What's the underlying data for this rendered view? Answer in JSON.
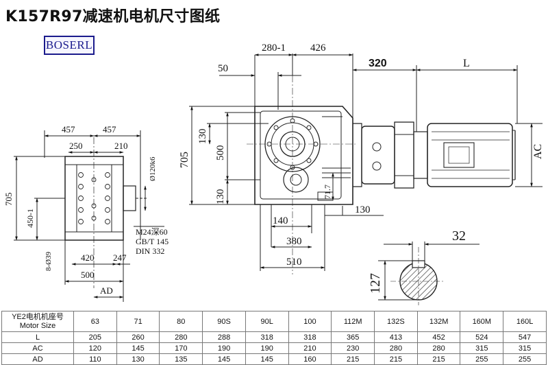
{
  "title": "K157R97减速机电机尺寸图纸",
  "brand": "BOSERL",
  "drawing": {
    "left_view": {
      "dims_top": [
        "457",
        "457",
        "250",
        "210"
      ],
      "dims_left": [
        "705",
        "450-1"
      ],
      "dims_bottom": [
        "420",
        "247",
        "500",
        "AD"
      ],
      "hole_label": "8-Ø39",
      "shaft_label": "Ø120k6",
      "thread_note": [
        "M24深60",
        "GB/T 145",
        "DIN 332"
      ]
    },
    "main_view": {
      "dims_top": [
        "50",
        "280-1",
        "426",
        "320",
        "L"
      ],
      "dims_left": [
        "705",
        "130",
        "500",
        "130"
      ],
      "dims_bottom": [
        "140",
        "380",
        "510",
        "130"
      ],
      "dim_inner": "71.7",
      "dim_right": "AC"
    },
    "section_view": {
      "width": "32",
      "height": "127"
    }
  },
  "table": {
    "header_label": [
      "YE2电机机座号",
      "Motor Size"
    ],
    "columns": [
      "63",
      "71",
      "80",
      "90S",
      "90L",
      "100",
      "112M",
      "132S",
      "132M",
      "160M",
      "160L"
    ],
    "rows": [
      {
        "label": "L",
        "values": [
          "205",
          "260",
          "280",
          "288",
          "318",
          "318",
          "365",
          "413",
          "452",
          "524",
          "547"
        ]
      },
      {
        "label": "AC",
        "values": [
          "120",
          "145",
          "170",
          "190",
          "190",
          "210",
          "230",
          "280",
          "280",
          "315",
          "315"
        ]
      },
      {
        "label": "AD",
        "values": [
          "110",
          "130",
          "135",
          "145",
          "145",
          "160",
          "215",
          "215",
          "215",
          "255",
          "255"
        ]
      }
    ]
  },
  "colors": {
    "line": "#222222",
    "brand": "#1a1a8c",
    "table_border": "#777777"
  }
}
